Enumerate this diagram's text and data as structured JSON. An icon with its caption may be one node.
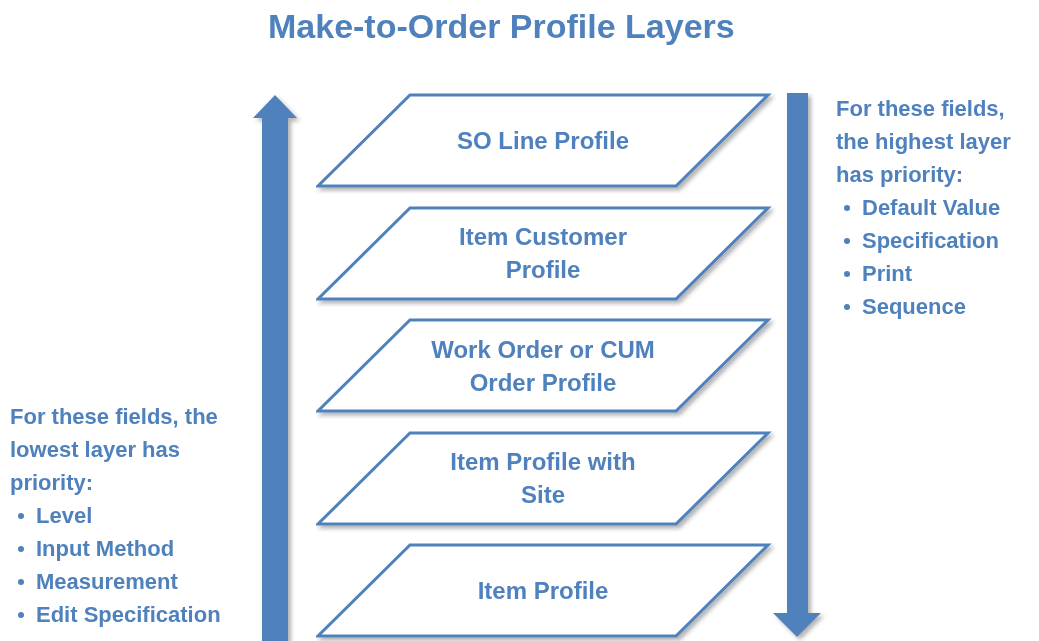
{
  "diagram": {
    "title": "Make-to-Order Profile Layers",
    "nodes": [
      {
        "text": [
          "SO Line Profile"
        ]
      },
      {
        "text": [
          "Item Customer Profile"
        ]
      },
      {
        "text": [
          "Work Order or CUM Order Profile"
        ]
      },
      {
        "text": [
          "Item Profile with Site"
        ]
      },
      {
        "text": [
          "Item Profile"
        ]
      }
    ],
    "labels": [
      "For these fields, the highest layer has priority:",
      "Default Value",
      "Specification",
      "Print",
      "Sequence",
      "For these fields, the lowest layer has priority:",
      "Level",
      "Input Method",
      "Measurement",
      "Edit Specification"
    ]
  }
}
